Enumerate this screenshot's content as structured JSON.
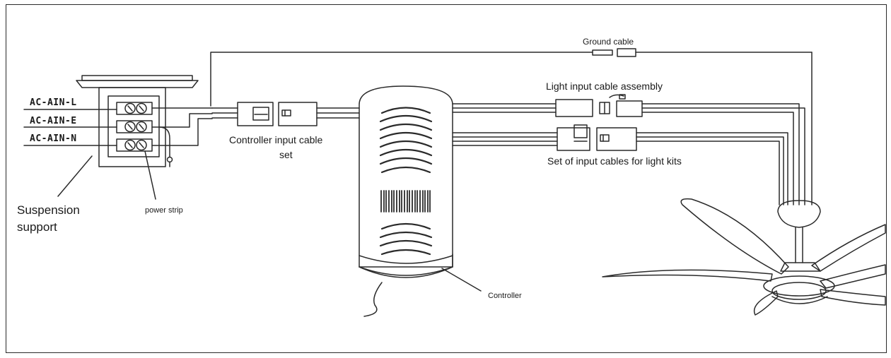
{
  "inputs": {
    "line": "AC-AIN-L",
    "earth": "AC-AIN-E",
    "neutral": "AC-AIN-N"
  },
  "labels": {
    "suspension_support_line1": "Suspension",
    "suspension_support_line2": "support",
    "power_strip": "power strip",
    "controller_input_cable_line1": "Controller input cable",
    "controller_input_cable_line2": "set",
    "controller": "Controller",
    "ground_cable": "Ground cable",
    "light_input_cable_assembly": "Light input cable assembly",
    "light_kit_cables": "Set of input cables for light kits"
  }
}
